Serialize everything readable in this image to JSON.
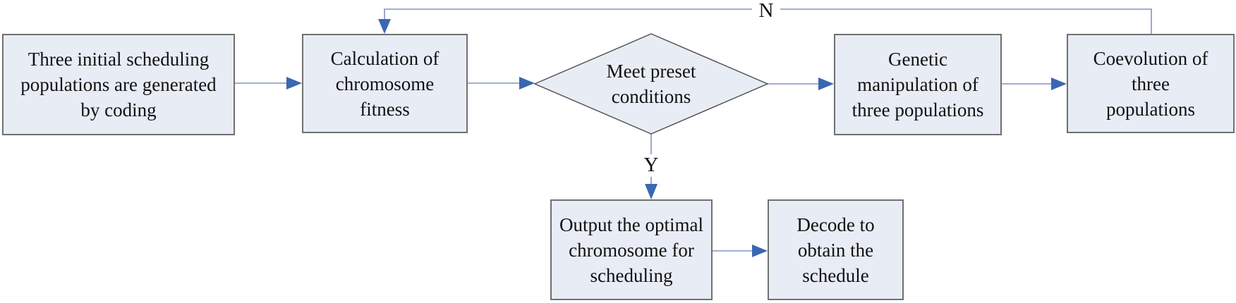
{
  "diagram": {
    "type": "flowchart",
    "colors": {
      "node_fill": "#e8ecf5",
      "node_border": "#707070",
      "diamond_border": "#4d4d4d",
      "connector_line": "#8093c6",
      "arrowhead": "#3a67b2",
      "text": "#111111",
      "background": "#ffffff"
    },
    "nodes": [
      {
        "id": "initial",
        "type": "process",
        "label": "Three initial scheduling\npopulations are generated\nby coding"
      },
      {
        "id": "fitness",
        "type": "process",
        "label": "Calculation of\nchromosome\nfitness"
      },
      {
        "id": "condition",
        "type": "decision",
        "label": "Meet preset\nconditions"
      },
      {
        "id": "genetic",
        "type": "process",
        "label": "Genetic\nmanipulation of\nthree populations"
      },
      {
        "id": "coevolution",
        "type": "process",
        "label": "Coevolution of\nthree\npopulations"
      },
      {
        "id": "output",
        "type": "process",
        "label": "Output the optimal\nchromosome for\nscheduling"
      },
      {
        "id": "decode",
        "type": "process",
        "label": "Decode to\nobtain the\nschedule"
      }
    ],
    "edge_labels": {
      "no": "N",
      "yes": "Y"
    },
    "edges": [
      {
        "from": "initial",
        "to": "fitness",
        "label": ""
      },
      {
        "from": "fitness",
        "to": "condition",
        "label": ""
      },
      {
        "from": "condition",
        "to": "genetic",
        "label": ""
      },
      {
        "from": "genetic",
        "to": "coevolution",
        "label": ""
      },
      {
        "from": "coevolution",
        "to": "fitness",
        "label": "N"
      },
      {
        "from": "condition",
        "to": "output",
        "label": "Y"
      },
      {
        "from": "output",
        "to": "decode",
        "label": ""
      }
    ]
  }
}
